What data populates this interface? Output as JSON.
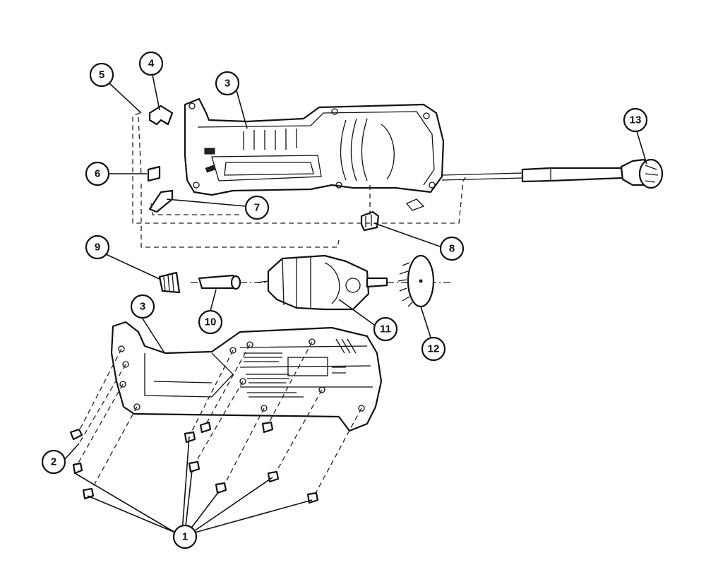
{
  "callouts": [
    {
      "id": "c1",
      "label": "1"
    },
    {
      "id": "c2",
      "label": "2"
    },
    {
      "id": "c3a",
      "label": "3"
    },
    {
      "id": "c3b",
      "label": "3"
    },
    {
      "id": "c4",
      "label": "4"
    },
    {
      "id": "c5",
      "label": "5"
    },
    {
      "id": "c6",
      "label": "6"
    },
    {
      "id": "c7",
      "label": "7"
    },
    {
      "id": "c8",
      "label": "8"
    },
    {
      "id": "c9",
      "label": "9"
    },
    {
      "id": "c10",
      "label": "10"
    },
    {
      "id": "c11",
      "label": "11"
    },
    {
      "id": "c12",
      "label": "12"
    },
    {
      "id": "c13",
      "label": "13"
    }
  ]
}
